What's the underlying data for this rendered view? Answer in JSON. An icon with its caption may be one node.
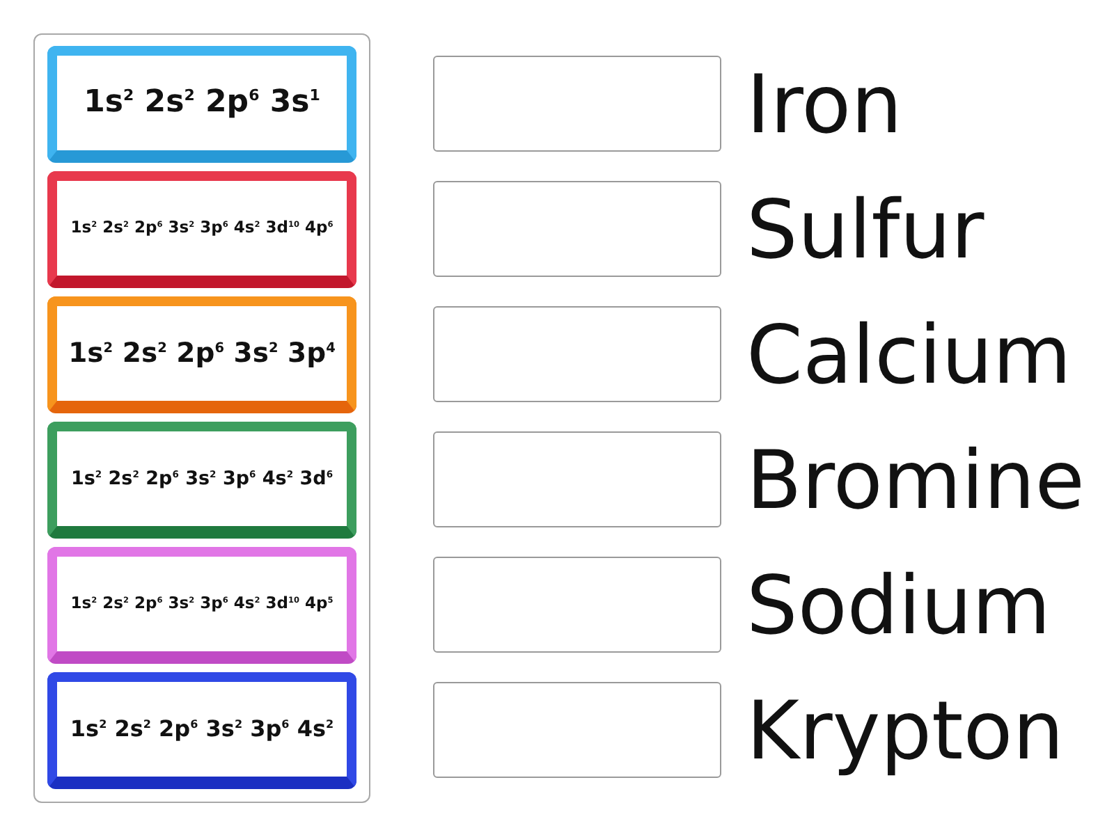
{
  "diagram": {
    "nodes": [
      {
        "text": [],
        "shape": "box"
      },
      {
        "text": [
          "1s$^{2}$ 2s$^{2}$ 2p$^{6}$ 3s$^{1}$"
        ],
        "in": 0
      },
      {
        "text": [
          "1s$^{2}$ 2s$^{2}$ 2p$^{6}$ 3s$^{2}$ 3p$^{6}$ 4s$^{2}$ 3d$^{10}$ 4p$^{6}$"
        ],
        "in": 0
      },
      {
        "text": [
          "1s$^{2}$ 2s$^{2}$ 2p$^{6}$ 3s$^{2}$ 3p$^{4}$"
        ],
        "in": 0
      },
      {
        "text": [
          "1s$^{2}$ 2s$^{2}$ 2p$^{6}$ 3s$^{2}$ 3p$^{6}$ 4s$^{2}$ 3d$^{6}$"
        ],
        "in": 0
      },
      {
        "text": [
          "1s$^{2}$ 2s$^{2}$ 2p$^{6}$ 3s$^{2}$ 3p$^{6}$ 4s$^{2}$ 3d$^{10}$ 4p$^{5}$"
        ],
        "in": 0
      },
      {
        "text": [
          "1s$^{2}$ 2s$^{2}$ 2p$^{6}$ 3s$^{2}$ 3p$^{6}$ 4s$^{2}$"
        ],
        "in": 0
      },
      {
        "text": [],
        "shape": "box",
        "beside": [
          "Iron"
        ]
      },
      {
        "text": [],
        "shape": "box",
        "beside": [
          "Sulfur"
        ]
      },
      {
        "text": [],
        "shape": "box",
        "beside": [
          "Calcium"
        ]
      },
      {
        "text": [],
        "shape": "box",
        "beside": [
          "Bromine"
        ]
      },
      {
        "text": [],
        "shape": "box",
        "beside": [
          "Sodium"
        ]
      },
      {
        "text": [],
        "shape": "box",
        "beside": [
          "Krypton"
        ]
      }
    ]
  }
}
